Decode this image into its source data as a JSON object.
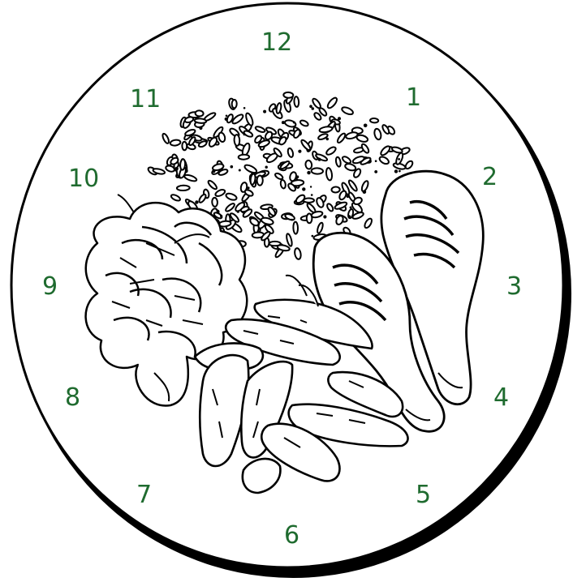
{
  "clock_numbers": [
    {
      "id": "12",
      "label": "12"
    },
    {
      "id": "1",
      "label": "1"
    },
    {
      "id": "2",
      "label": "2"
    },
    {
      "id": "3",
      "label": "3"
    },
    {
      "id": "4",
      "label": "4"
    },
    {
      "id": "5",
      "label": "5"
    },
    {
      "id": "6",
      "label": "6"
    },
    {
      "id": "7",
      "label": "7"
    },
    {
      "id": "8",
      "label": "8"
    },
    {
      "id": "9",
      "label": "9"
    },
    {
      "id": "10",
      "label": "10"
    },
    {
      "id": "11",
      "label": "11"
    }
  ],
  "colors": {
    "numbers": "#1f6b2f",
    "ink": "#000000",
    "paper": "#ffffff"
  },
  "food_items": [
    "rice-pile-icon",
    "lettuce-icon",
    "potato-wedges-icon",
    "chicken-drumsticks-icon"
  ]
}
